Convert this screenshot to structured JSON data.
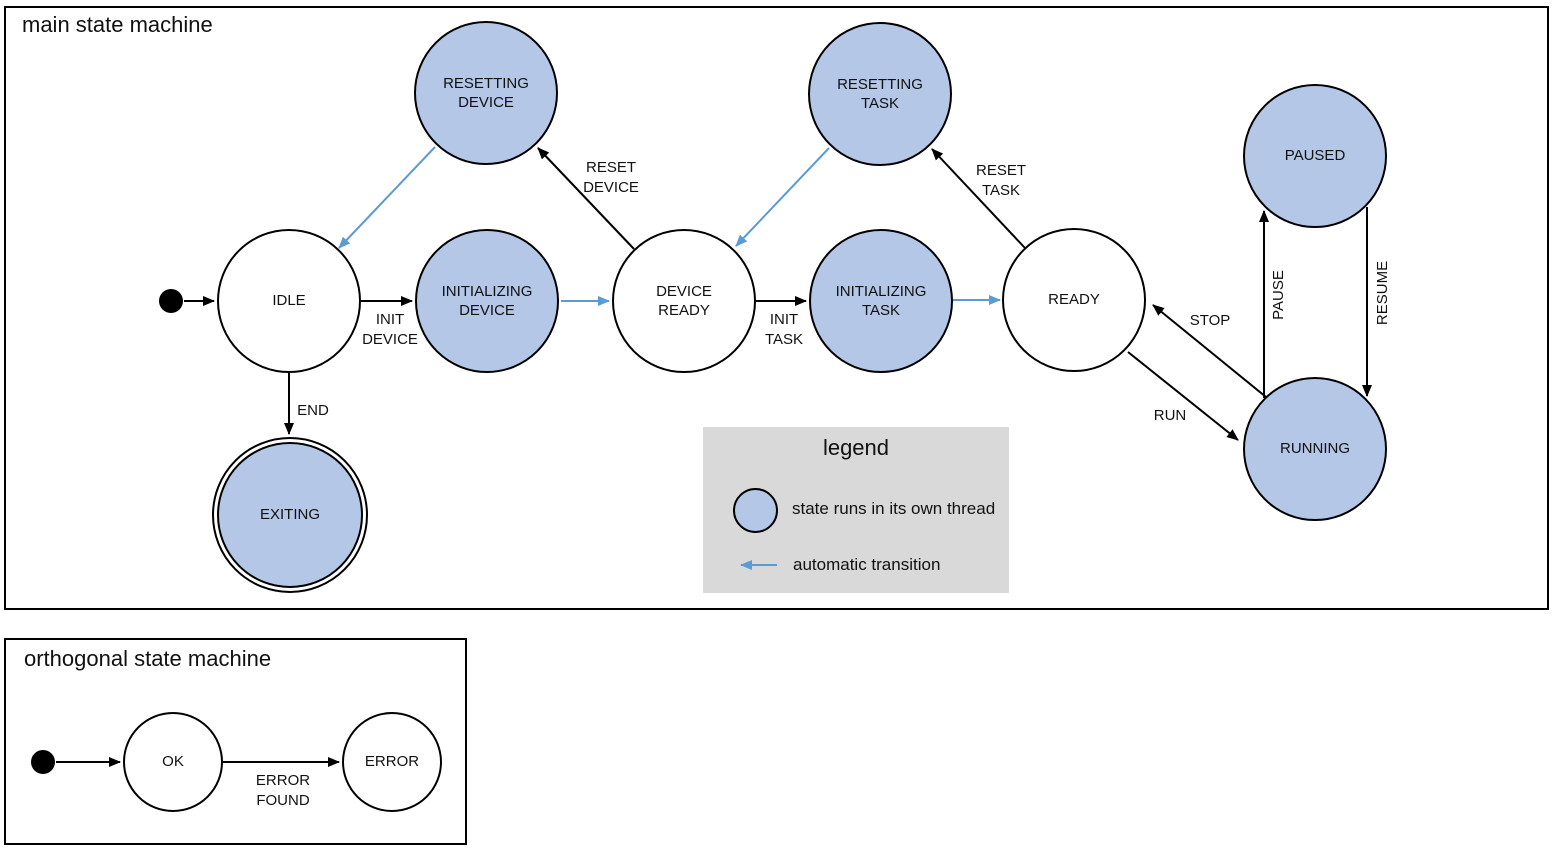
{
  "colors": {
    "threaded_state_fill": "#b4c7e7",
    "normal_state_fill": "#ffffff",
    "automatic_transition_blue": "#5b9bd5",
    "legend_background": "#d9d9d9",
    "outline": "#000000"
  },
  "main_machine": {
    "title": "main state machine",
    "states": [
      {
        "label": "IDLE",
        "threaded": false
      },
      {
        "label": "RESETTING\nDEVICE",
        "threaded": true
      },
      {
        "label": "INITIALIZING\nDEVICE",
        "threaded": true
      },
      {
        "label": "DEVICE\nREADY",
        "threaded": false
      },
      {
        "label": "RESETTING\nTASK",
        "threaded": true
      },
      {
        "label": "INITIALIZING\nTASK",
        "threaded": true
      },
      {
        "label": "READY",
        "threaded": false
      },
      {
        "label": "PAUSED",
        "threaded": true
      },
      {
        "label": "RUNNING",
        "threaded": true
      },
      {
        "label": "EXITING",
        "threaded": true,
        "final": true
      }
    ],
    "transition_labels": {
      "init_device": "INIT\nDEVICE",
      "reset_device": "RESET\nDEVICE",
      "init_task": "INIT\nTASK",
      "reset_task": "RESET\nTASK",
      "stop": "STOP",
      "run": "RUN",
      "pause": "PAUSE",
      "resume": "RESUME",
      "end": "END"
    }
  },
  "legend": {
    "title": "legend",
    "threaded_item_label": "state runs in its own thread",
    "automatic_item_label": "automatic transition"
  },
  "orthogonal_machine": {
    "title": "orthogonal state machine",
    "states": [
      {
        "label": "OK",
        "threaded": false
      },
      {
        "label": "ERROR",
        "threaded": false
      }
    ],
    "transition_labels": {
      "error_found": "ERROR\nFOUND"
    }
  }
}
